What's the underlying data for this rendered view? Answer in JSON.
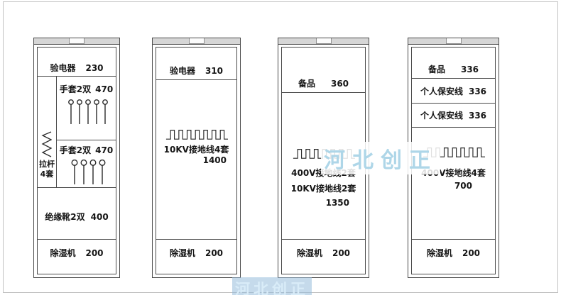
{
  "colors": {
    "watermark": "#aed6e8",
    "cabinet_line": "#4a4a4a"
  },
  "watermark": {
    "main": "河北创正",
    "bottom": "河北创正"
  },
  "cabinets": [
    {
      "voltage_tester": {
        "label": "验电器",
        "value": "230"
      },
      "gloves_top": {
        "label": "手套2双",
        "value": "470"
      },
      "gloves_bottom": {
        "label": "手套2双",
        "value": "470"
      },
      "pull_rod": {
        "line1": "拉杆",
        "line2": "4套"
      },
      "boots": {
        "label": "绝缘靴2双",
        "value": "400"
      },
      "dehumidifier": {
        "label": "除湿机",
        "value": "200"
      }
    },
    {
      "voltage_tester": {
        "label": "验电器",
        "value": "310"
      },
      "ground_wire": {
        "label": "10KV接地线4套",
        "value": "1400"
      },
      "dehumidifier": {
        "label": "除湿机",
        "value": "200"
      }
    },
    {
      "spare": {
        "label": "备品",
        "value": "360"
      },
      "ground_wire_400v": {
        "label": "400V接地线2套"
      },
      "ground_wire_10kv": {
        "label": "10KV接地线2套"
      },
      "height_value": "1350",
      "dehumidifier": {
        "label": "除湿机",
        "value": "200"
      }
    },
    {
      "spare": {
        "label": "备品",
        "value": "336"
      },
      "personal_line_1": {
        "label": "个人保安线",
        "value": "336"
      },
      "personal_line_2": {
        "label": "个人保安线",
        "value": "336"
      },
      "ground_wire": {
        "label": "400V接地线4套",
        "value": "700"
      },
      "dehumidifier": {
        "label": "除湿机",
        "value": "200"
      }
    }
  ]
}
